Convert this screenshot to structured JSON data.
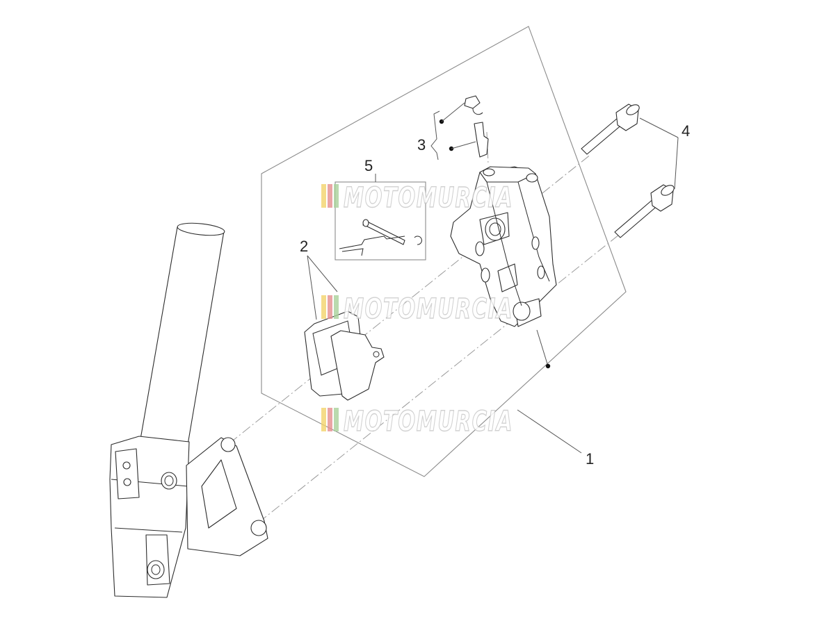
{
  "callouts": {
    "c1": "1",
    "c2": "2",
    "c3": "3",
    "c4": "4",
    "c5": "5"
  },
  "watermark": {
    "text": "MOTOMURCIA",
    "colors": [
      "#f2d36b",
      "#e58f8f",
      "#a9d19a"
    ]
  },
  "colors": {
    "line": "#2b2b2b",
    "frame": "#8a8a8a",
    "watermark_outline": "#c9c9c9"
  }
}
